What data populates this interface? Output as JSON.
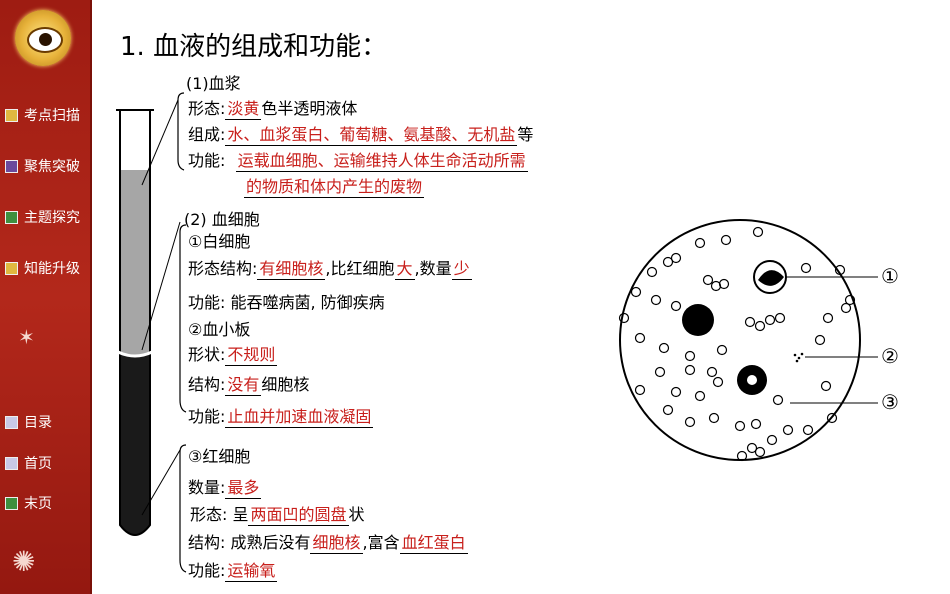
{
  "nav": {
    "items": [
      {
        "label": "考点扫描",
        "icon": "gold-square-icon"
      },
      {
        "label": "聚焦突破",
        "icon": "purple-square-icon"
      },
      {
        "label": "主题探究",
        "icon": "green-square-icon"
      },
      {
        "label": "知能升级",
        "icon": "gold-square-icon"
      }
    ],
    "bottom": [
      {
        "label": "目录",
        "icon": "square-icon"
      },
      {
        "label": "首页",
        "icon": "square-icon"
      },
      {
        "label": "末页",
        "icon": "green-square-icon"
      }
    ]
  },
  "title": "1. 血液的组成和功能：",
  "plasma": {
    "heading": "(1)血浆",
    "shape_label": "形态:",
    "shape_answer": "淡黄",
    "shape_rest": "色半透明液体",
    "comp_label": "组成:",
    "comp_answer": "水、血浆蛋白、葡萄糖、氨基酸、无机盐",
    "comp_rest": "等",
    "func_label": "功能:",
    "func_answer1": "运载血细胞、运输维持人体生命活动所需",
    "func_answer2": "的物质和体内产生的废物"
  },
  "cells": {
    "heading": "(2) 血细胞",
    "wbc": {
      "heading": "①白细胞",
      "struct_label": "形态结构:",
      "struct_answer": "有细胞核",
      "compare": ",比红细胞",
      "size_answer": "大",
      "count_label": ",数量",
      "count_answer": "少",
      "func": "功能: 能吞噬病菌, 防御疾病"
    },
    "platelet": {
      "heading": "②血小板",
      "shape_label": "形状:",
      "shape_answer": "不规则",
      "struct_label": "结构:",
      "struct_answer": "没有",
      "struct_rest": "细胞核",
      "func_label": "功能:",
      "func_answer": "止血并加速血液凝固"
    },
    "rbc": {
      "heading": "③红细胞",
      "count_label": "数量:",
      "count_answer": "最多",
      "shape_label": "形态: 呈",
      "shape_answer": "两面凹的圆盘",
      "shape_rest": "状",
      "struct_label": "结构: 成熟后没有",
      "struct_answer": "细胞核",
      "struct_mid": ",富含",
      "struct_answer2": "血红蛋白",
      "func_label": "功能:",
      "func_answer": "运输氧"
    }
  },
  "diagram": {
    "labels": [
      "①",
      "②",
      "③"
    ]
  },
  "colors": {
    "sidebar": "#b3281b",
    "answer_red": "#c8201c"
  }
}
